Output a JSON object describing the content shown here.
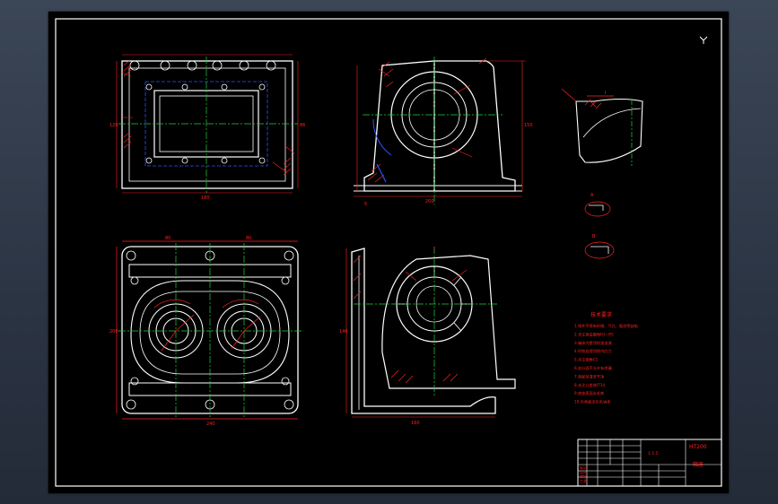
{
  "window": {
    "title": ""
  },
  "colors": {
    "background": "#2b3443",
    "sheet": "#000000",
    "outline": "#ffffff",
    "dimension": "#ff2020",
    "centerline": "#20d040",
    "hidden": "#3050ff",
    "hatch": "#ff2020"
  },
  "views": [
    {
      "id": "top-view"
    },
    {
      "id": "front-section-view"
    },
    {
      "id": "plan-view"
    },
    {
      "id": "side-section-view"
    },
    {
      "id": "detail-views"
    }
  ],
  "notes": {
    "title": "技术要求",
    "lines": [
      "1.铸件不得有砂眼、气孔、裂纹等缺陷",
      "2.未注铸造圆角R3~R5",
      "3.箱体内壁涂耐油油漆",
      "4.时效处理消除内应力",
      "5.未注倒角C1",
      "6.剖分面不允许有渗漏",
      "7.装配前清洗干净",
      "8.未注公差按IT14",
      "9.底座表面去毛刺",
      "10.外表面涂灰色油漆"
    ]
  },
  "title_block": {
    "material": "HT200",
    "name": "箱座",
    "scale": "1:1.5",
    "row_labels": [
      "标记",
      "设计",
      "审核",
      "工艺"
    ]
  }
}
